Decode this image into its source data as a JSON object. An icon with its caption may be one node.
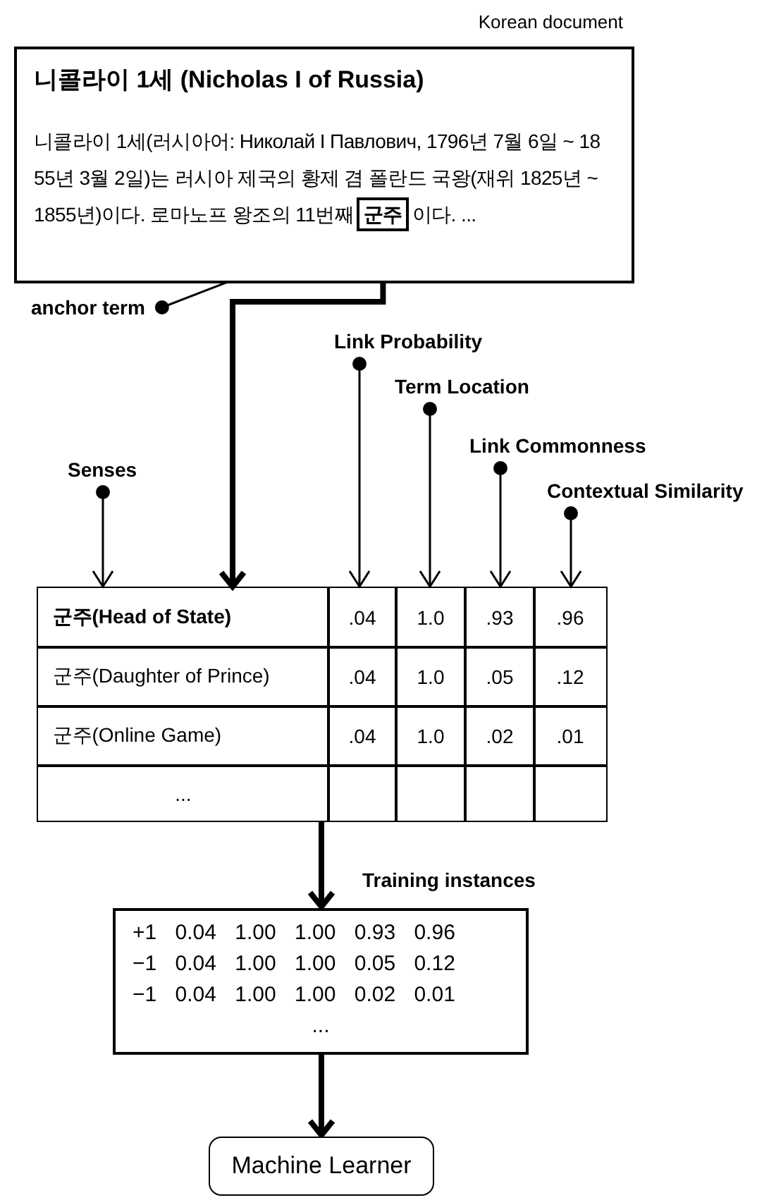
{
  "diagram": {
    "nodes": [
      {
        "text": [
          "니콜라이 1세 (Nicholas I of Russia)",
          "니콜라이 1세(러시아어: Николай I Павлович, 1796년 7월 6일 ~ 1855년 3월 2일)는 러시아 제국의 황제 겸 폴란드 국왕(재위 1825년 ~ 1855년)이다. 로마노프 왕조의 11번째",
          "이다. ..."
        ],
        "beside": [
          "Korean document"
        ]
      },
      {
        "text": [
          "군주"
        ],
        "in": 0
      },
      {
        "text": [
          "anchor term"
        ]
      },
      {
        "text": [
          "Senses"
        ]
      },
      {
        "text": [
          "Link Probability"
        ]
      },
      {
        "text": [
          "Term Location"
        ]
      },
      {
        "text": [
          "Link Commonness"
        ]
      },
      {
        "text": [
          "Contextual Similarity"
        ]
      },
      {
        "text": [
          "군주(Head of State)",
          ".04",
          "1.0",
          ".93",
          ".96",
          "군주(Daughter of Prince)",
          ".04",
          "1.0",
          ".05",
          ".12",
          "군주(Online Game)",
          ".04",
          "1.0",
          ".02",
          ".01",
          "..."
        ]
      },
      {
        "text": [
          "+1 0.04 1.00 1.00 0.93 0.96",
          "−1 0.04 1.00 1.00 0.05 0.12",
          "−1 0.04 1.00 1.00 0.02 0.01",
          "..."
        ],
        "beside": [
          "Training instances"
        ]
      },
      {
        "text": [
          "Machine Learner"
        ]
      }
    ],
    "edges": [
      {
        "from": 2,
        "to": 1,
        "arrow": "other"
      },
      {
        "from": 1,
        "to": 8,
        "arrow": "to",
        "style": "thick"
      },
      {
        "from": 3,
        "to": 8,
        "arrow": "to"
      },
      {
        "from": 4,
        "to": 8,
        "arrow": "to"
      },
      {
        "from": 5,
        "to": 8,
        "arrow": "to"
      },
      {
        "from": 6,
        "to": 8,
        "arrow": "to"
      },
      {
        "from": 7,
        "to": 8,
        "arrow": "to"
      },
      {
        "from": 8,
        "to": 9,
        "arrow": "to",
        "style": "thick"
      },
      {
        "from": 9,
        "to": 10,
        "arrow": "to",
        "style": "thick"
      }
    ]
  }
}
